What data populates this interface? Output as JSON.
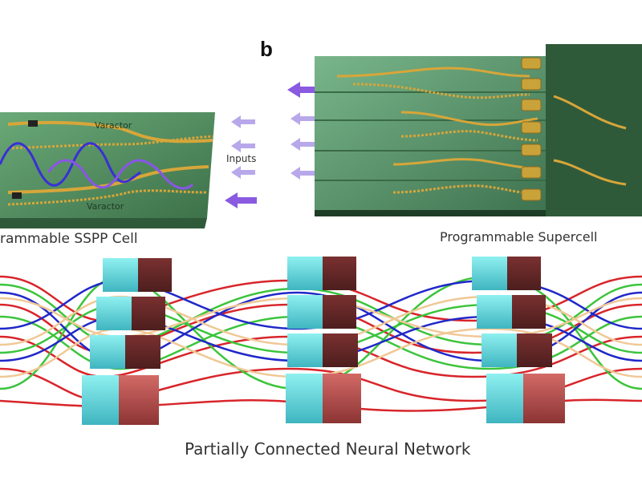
{
  "figure": {
    "panel_b_label": "b",
    "cell_caption": "rammable SSPP Cell",
    "supercell_caption": "Programmable Supercell",
    "network_caption": "Partially Connected Neural Network",
    "varactor_top_label": "Varactor",
    "varactor_bottom_label": "Varactor",
    "inputs_label": "Inputs"
  },
  "colors": {
    "board": "#4f8a5c",
    "board_side": "#2f5a3a",
    "gold": "#d7a63a",
    "arrow": "#9a7fe0",
    "arrow_strong": "#8a5ae0",
    "wave_blue": "#3a2fd6",
    "wave_purple": "#8a55e8",
    "block_cyan": "#5fd6d6",
    "block_red": "#b5504f",
    "line_red": "#d8252a",
    "line_green": "#3cc43c",
    "line_blue": "#2028c8",
    "line_peach": "#f0c896"
  }
}
